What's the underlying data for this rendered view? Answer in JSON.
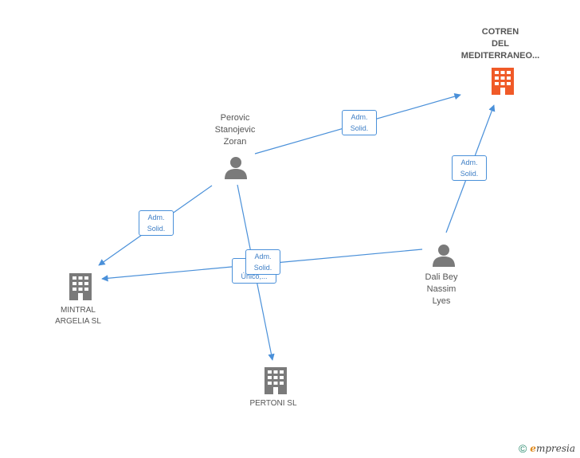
{
  "nodes": {
    "cotren": {
      "label": "COTREN\nDEL\nMEDITERRANEO...",
      "type": "company",
      "color": "#f05a28"
    },
    "perovic": {
      "label": "Perovic\nStanojevic\nZoran",
      "type": "person",
      "color": "#7a7a7a"
    },
    "dali": {
      "label": "Dali Bey\nNassim\nLyes",
      "type": "person",
      "color": "#7a7a7a"
    },
    "mintral": {
      "label": "MINTRAL\nARGELIA SL",
      "type": "company",
      "color": "#7a7a7a"
    },
    "pertoni": {
      "label": "PERTONI SL",
      "type": "company",
      "color": "#7a7a7a"
    }
  },
  "edges": {
    "perovic_cotren": "Adm.\nSolid.",
    "dali_cotren": "Adm.\nSolid.",
    "perovic_mintral": "Adm.\nSolid.",
    "dali_mintral": "Adm.\nSolid.",
    "perovic_pertoni": "Adm.\nÚnico,..."
  },
  "edge_color": "#4a90d9",
  "footer": {
    "copyright": "©",
    "brand_initial": "e",
    "brand_rest": "mpresia"
  }
}
